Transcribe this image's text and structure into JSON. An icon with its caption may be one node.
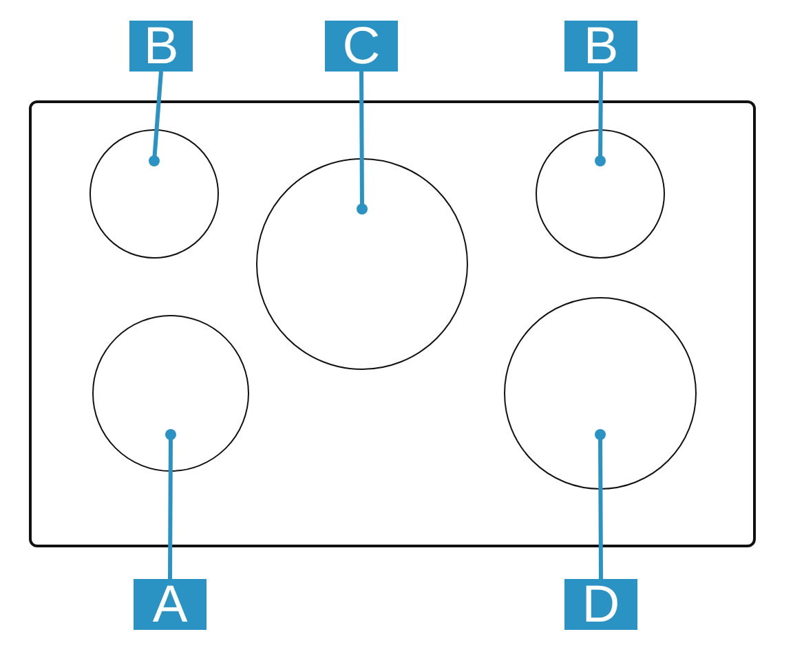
{
  "diagram": {
    "nodes": [
      {
        "text": [],
        "shape": "box"
      },
      {
        "text": [],
        "shape": "circle",
        "in": 0
      },
      {
        "text": [],
        "shape": "circle",
        "in": 0
      },
      {
        "text": [],
        "shape": "circle",
        "in": 0
      },
      {
        "text": [],
        "shape": "circle",
        "in": 0
      },
      {
        "text": [],
        "shape": "circle",
        "in": 0
      },
      {
        "text": [
          "B"
        ]
      },
      {
        "text": [
          "C"
        ]
      },
      {
        "text": [
          "B"
        ]
      },
      {
        "text": [
          "A"
        ]
      },
      {
        "text": [
          "D"
        ]
      }
    ],
    "edges": [
      {
        "from": 6,
        "to": 1,
        "arrow": "other"
      },
      {
        "from": 7,
        "to": 2,
        "arrow": "other"
      },
      {
        "from": 8,
        "to": 3,
        "arrow": "other"
      },
      {
        "from": 9,
        "to": 4,
        "arrow": "other"
      },
      {
        "from": 10,
        "to": 5,
        "arrow": "other"
      }
    ]
  }
}
